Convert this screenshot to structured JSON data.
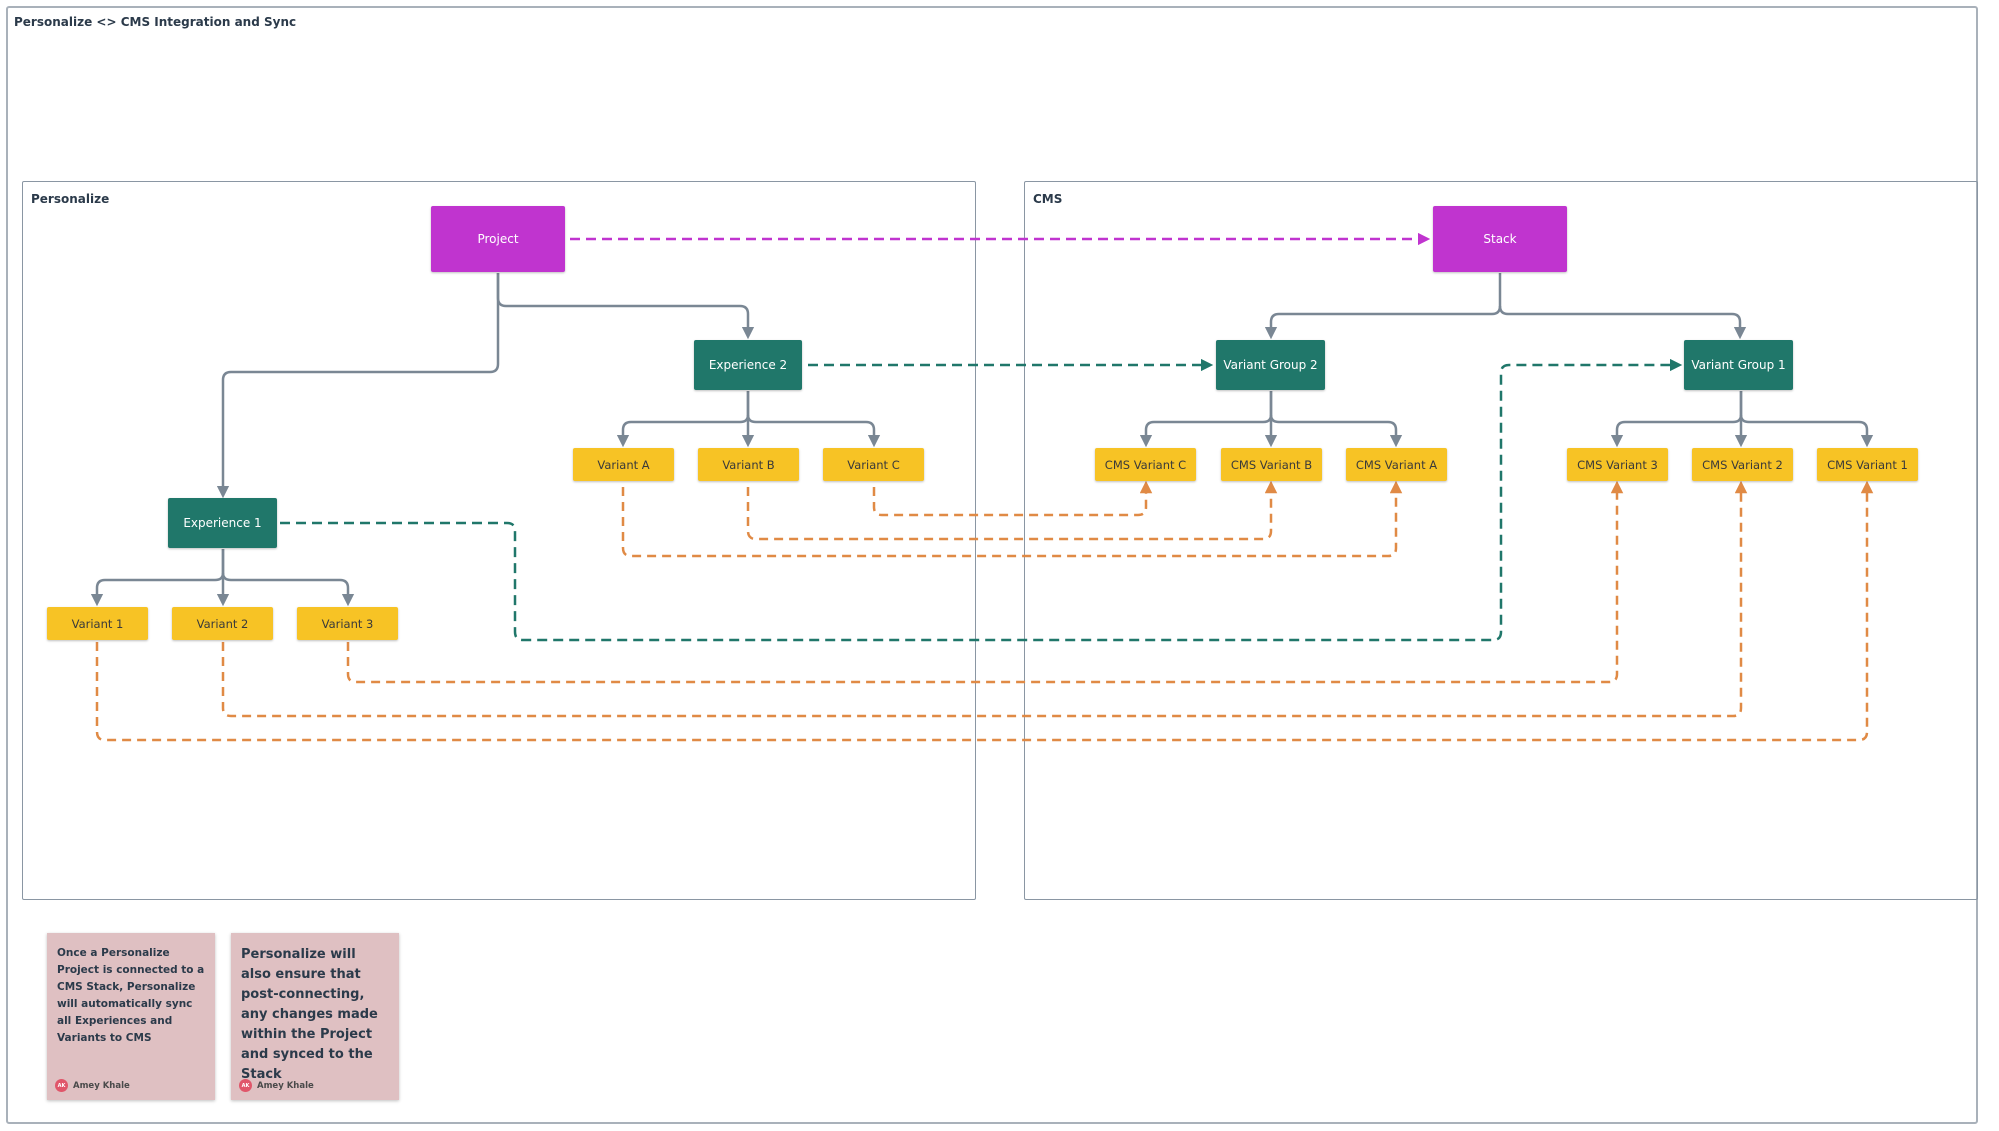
{
  "board": {
    "title": "Personalize <> CMS Integration and Sync"
  },
  "sections": {
    "personalize": {
      "label": "Personalize"
    },
    "cms": {
      "label": "CMS"
    }
  },
  "nodes": {
    "project": "Project",
    "stack": "Stack",
    "experience_2": "Experience 2",
    "experience_1": "Experience 1",
    "variant_group_2": "Variant Group 2",
    "variant_group_1": "Variant Group 1",
    "variant_a": "Variant A",
    "variant_b": "Variant B",
    "variant_c": "Variant C",
    "variant_1": "Variant 1",
    "variant_2": "Variant 2",
    "variant_3": "Variant 3",
    "cms_variant_c": "CMS Variant C",
    "cms_variant_b": "CMS Variant B",
    "cms_variant_a": "CMS Variant A",
    "cms_variant_3": "CMS Variant 3",
    "cms_variant_2": "CMS Variant 2",
    "cms_variant_1": "CMS Variant 1"
  },
  "colors": {
    "magenta": "#c034cf",
    "teal": "#20776a",
    "yellow": "#f7c325",
    "hierarchy_line": "#7a8794",
    "sync_orange": "#e08a45",
    "sticky_pink": "#dfc0c2"
  },
  "stickies": [
    {
      "text": "Once a Personalize Project is connected to a CMS Stack, Personalize will automatically sync all Experiences and Variants to CMS",
      "author": "Amey Khale",
      "initials": "AK"
    },
    {
      "text": "Personalize will also ensure that post-connecting, any changes made within the Project and synced to the Stack",
      "author": "Amey Khale",
      "initials": "AK"
    }
  ]
}
